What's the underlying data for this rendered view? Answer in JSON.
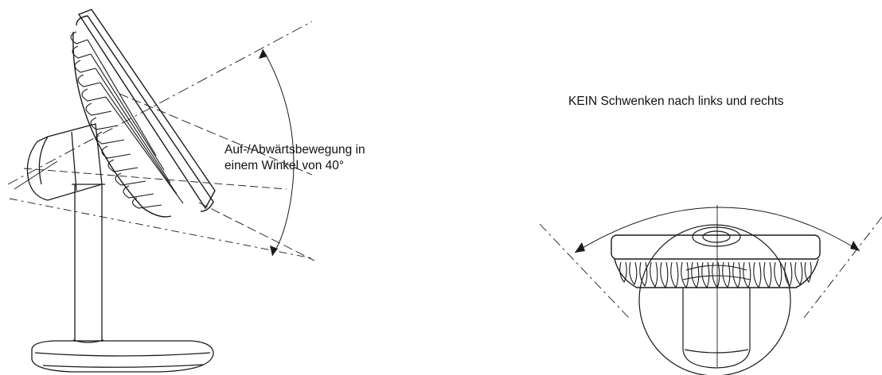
{
  "figure": {
    "tilt_caption_line1": "Auf-/Abwärtsbewegung in",
    "tilt_caption_line2": "einem Winkel von 40°",
    "swivel_caption": "KEIN Schwenken nach links und rechts"
  },
  "colors": {
    "line": "#1a1a1a",
    "background": "#ffffff"
  }
}
